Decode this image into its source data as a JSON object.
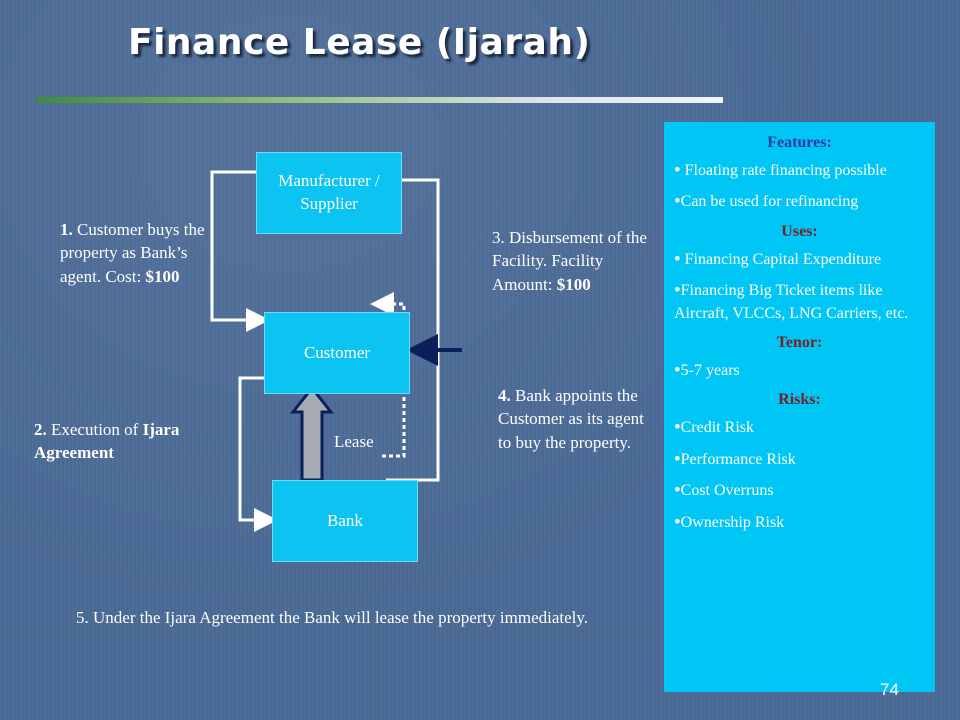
{
  "slide": {
    "title": "Finance Lease (Ijarah)",
    "page_number": "74"
  },
  "diagram": {
    "boxes": {
      "manufacturer": "Manufacturer /\nSupplier",
      "customer": "Customer",
      "bank": "Bank"
    },
    "lease_label": "Lease",
    "notes": {
      "n1_num": "1.",
      "n1_text": " Customer buys the property as Bank’s agent. Cost: ",
      "n1_amount": "$100",
      "n2_num": "2.",
      "n2_text": " Execution of ",
      "n2_bold": "Ijara Agreement",
      "n3_text": "3.  Disbursement of the Facility. Facility Amount: ",
      "n3_amount": "$100",
      "n4_num": "4.",
      "n4_text": " Bank appoints the Customer as its agent to buy the property.",
      "n5_text": "5.  Under the Ijara Agreement  the Bank will lease the property immediately."
    }
  },
  "panel": {
    "features_heading": "Features:",
    "features": [
      "Floating rate financing possible",
      "Can be used for refinancing"
    ],
    "uses_heading": "Uses:",
    "uses": [
      "Financing Capital Expenditure",
      "Financing Big Ticket items like Aircraft, VLCCs, LNG Carriers, etc."
    ],
    "tenor_heading": "Tenor:",
    "tenor": [
      "5-7 years"
    ],
    "risks_heading": "Risks:",
    "risks": [
      "Credit Risk",
      "Performance Risk",
      "Cost Overruns",
      "Ownership Risk"
    ],
    "bullet_glyph": "•"
  },
  "colors": {
    "background": "#4a6a95",
    "box_fill": "#0bc4f2",
    "panel_fill": "#00c6f6",
    "panel_heading_blue": "#2a3a9c",
    "panel_heading_red": "#7a1f22",
    "arrow_navy": "#0b1f5a"
  }
}
